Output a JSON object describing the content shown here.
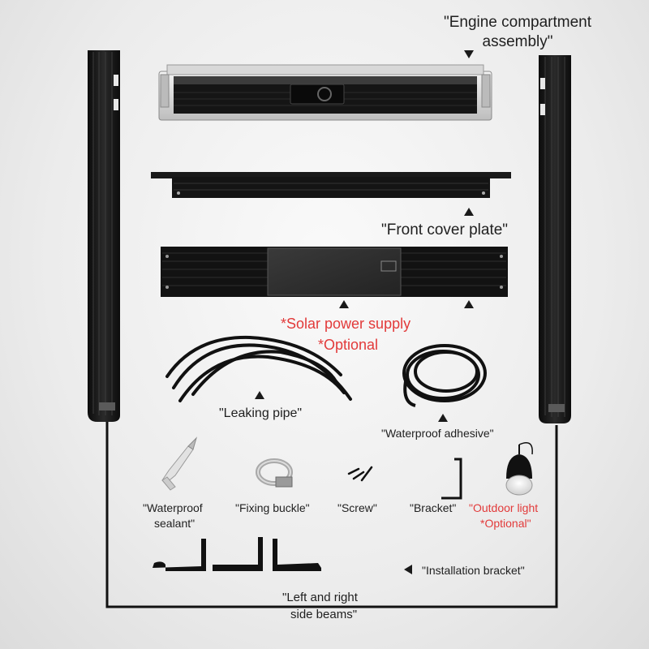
{
  "labels": {
    "engine_compartment": "\"Engine compartment assembly\"",
    "front_cover_plate": "\"Front cover plate\"",
    "solar_power": "*Solar power supply",
    "solar_optional": "*Optional",
    "leaking_pipe": "\"Leaking pipe\"",
    "waterproof_adhesive": "\"Waterproof adhesive\"",
    "waterproof_sealant_1": "\"Waterproof",
    "waterproof_sealant_2": "sealant\"",
    "fixing_buckle": "\"Fixing buckle\"",
    "screw": "\"Screw\"",
    "bracket": "\"Bracket\"",
    "outdoor_light": "\"Outdoor light",
    "outdoor_light_optional": "*Optional\"",
    "installation_bracket": "\"Installation bracket\"",
    "side_beams_1": "\"Left and right",
    "side_beams_2": "side beams\""
  },
  "colors": {
    "background": "#ececec",
    "part_black": "#141414",
    "text": "#1f1f1f",
    "optional_red": "#e23a3a"
  }
}
